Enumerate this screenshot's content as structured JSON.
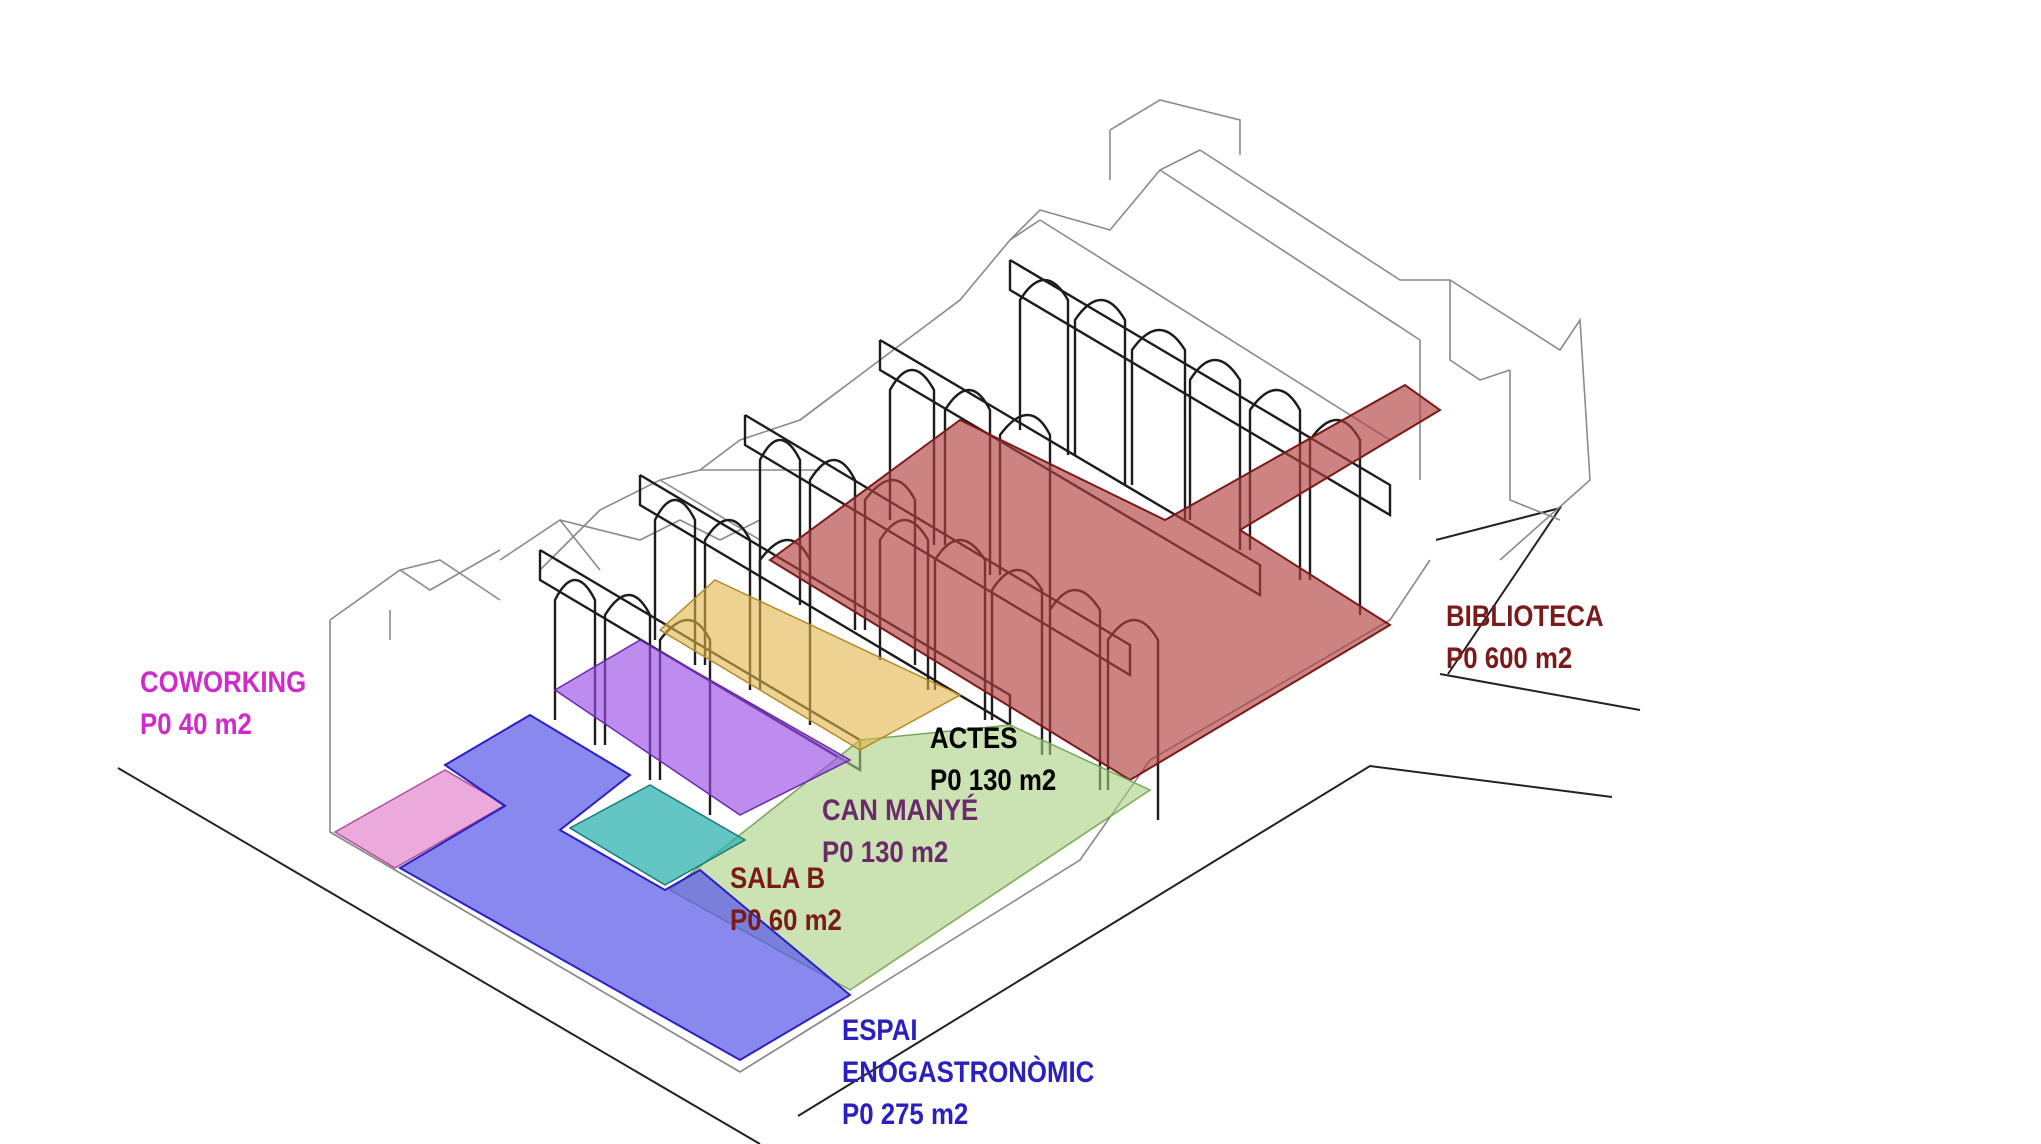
{
  "zones": [
    {
      "id": "biblioteca",
      "name": "BIBLIOTECA",
      "area": "P0  600 m2",
      "color": "#7b1a1a",
      "fill": "#b34040"
    },
    {
      "id": "actes",
      "name": "ACTES",
      "area": "P0 130 m2",
      "color": "#000000",
      "fill": "#a8cf7e"
    },
    {
      "id": "can-manye",
      "name": "CAN MANYÉ",
      "area": "P0 130 m2",
      "color": "#6b2a6b",
      "fill": "#e2b44a"
    },
    {
      "id": "sala-b",
      "name": "SALA B",
      "area": "P0 60 m2",
      "color": "#7b1a1a",
      "fill": "#9b4ee6"
    },
    {
      "id": "coworking",
      "name": "COWORKING",
      "area": "P0 40 m2",
      "color": "#d02ac8",
      "fill": "#e58ed0"
    },
    {
      "id": "espai",
      "name": "ESPAI",
      "name2": "ENOGASTRONÒMIC",
      "area": "P0 275 m2",
      "color": "#2a20c0",
      "fill": "#5a5ae8"
    }
  ],
  "colors": {
    "teal": "#2fb3b0",
    "outline": "#222222",
    "thin_line": "#9a9a9a"
  }
}
